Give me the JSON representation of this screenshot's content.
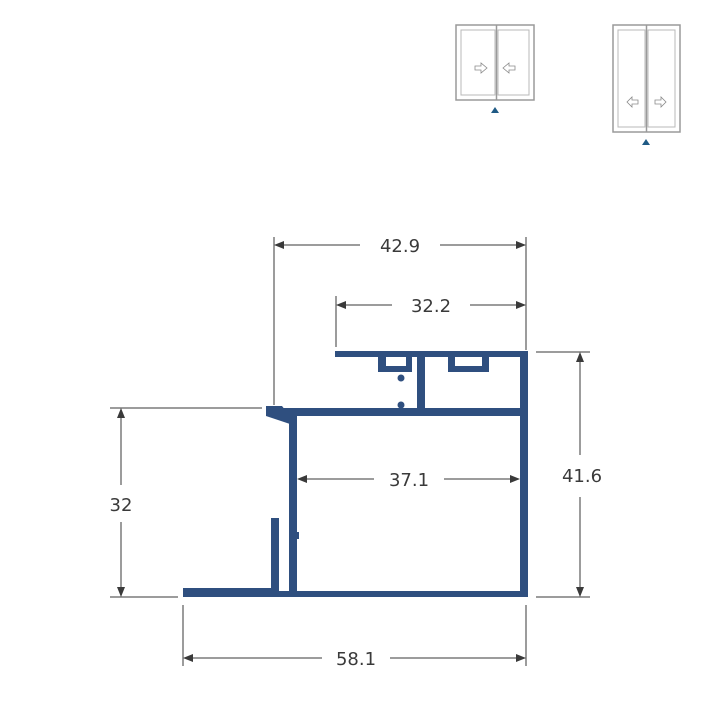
{
  "thumbnails": [
    {
      "name": "sliding-window-thumbnail",
      "arrows": [
        "right",
        "left"
      ],
      "marker_color": "#1f5a85"
    },
    {
      "name": "sliding-door-thumbnail",
      "arrows": [
        "left",
        "right"
      ],
      "marker_color": "#1f5a85"
    }
  ],
  "profile": {
    "fill_color": "#2f4f7f",
    "dimensions": {
      "top_width": "42.9",
      "upper_width": "32.2",
      "inner_width": "37.1",
      "right_height": "41.6",
      "left_height": "32",
      "bottom_width": "58.1"
    }
  },
  "colors": {
    "dimension_line": "#3a3a3a",
    "profile": "#2f4f7f",
    "marker": "#1f5a85"
  }
}
